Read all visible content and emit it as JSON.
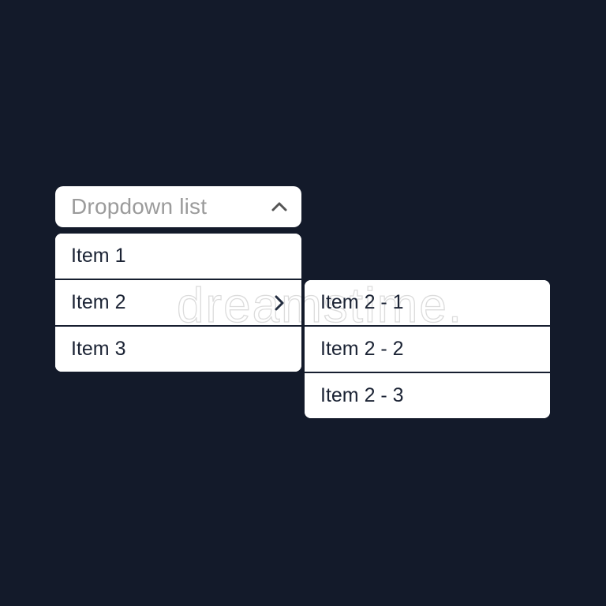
{
  "canvas": {
    "background_color": "#131a2a"
  },
  "dropdown": {
    "header": {
      "label": "Dropdown list",
      "icon": "chevron-up",
      "text_color": "#9b9b9b",
      "background_color": "#ffffff"
    },
    "items": [
      {
        "label": "Item 1",
        "has_submenu": false
      },
      {
        "label": "Item 2",
        "has_submenu": true,
        "submenu_icon": "chevron-right"
      },
      {
        "label": "Item 3",
        "has_submenu": false
      }
    ],
    "submenu": {
      "parent_label": "Item 2",
      "items": [
        {
          "label": "Item 2 - 1"
        },
        {
          "label": "Item 2 - 2"
        },
        {
          "label": "Item 2 - 3"
        }
      ]
    },
    "item_text_color": "#1b2334",
    "divider_color": "#161e2f"
  },
  "watermark": {
    "text": "dreamstime."
  }
}
